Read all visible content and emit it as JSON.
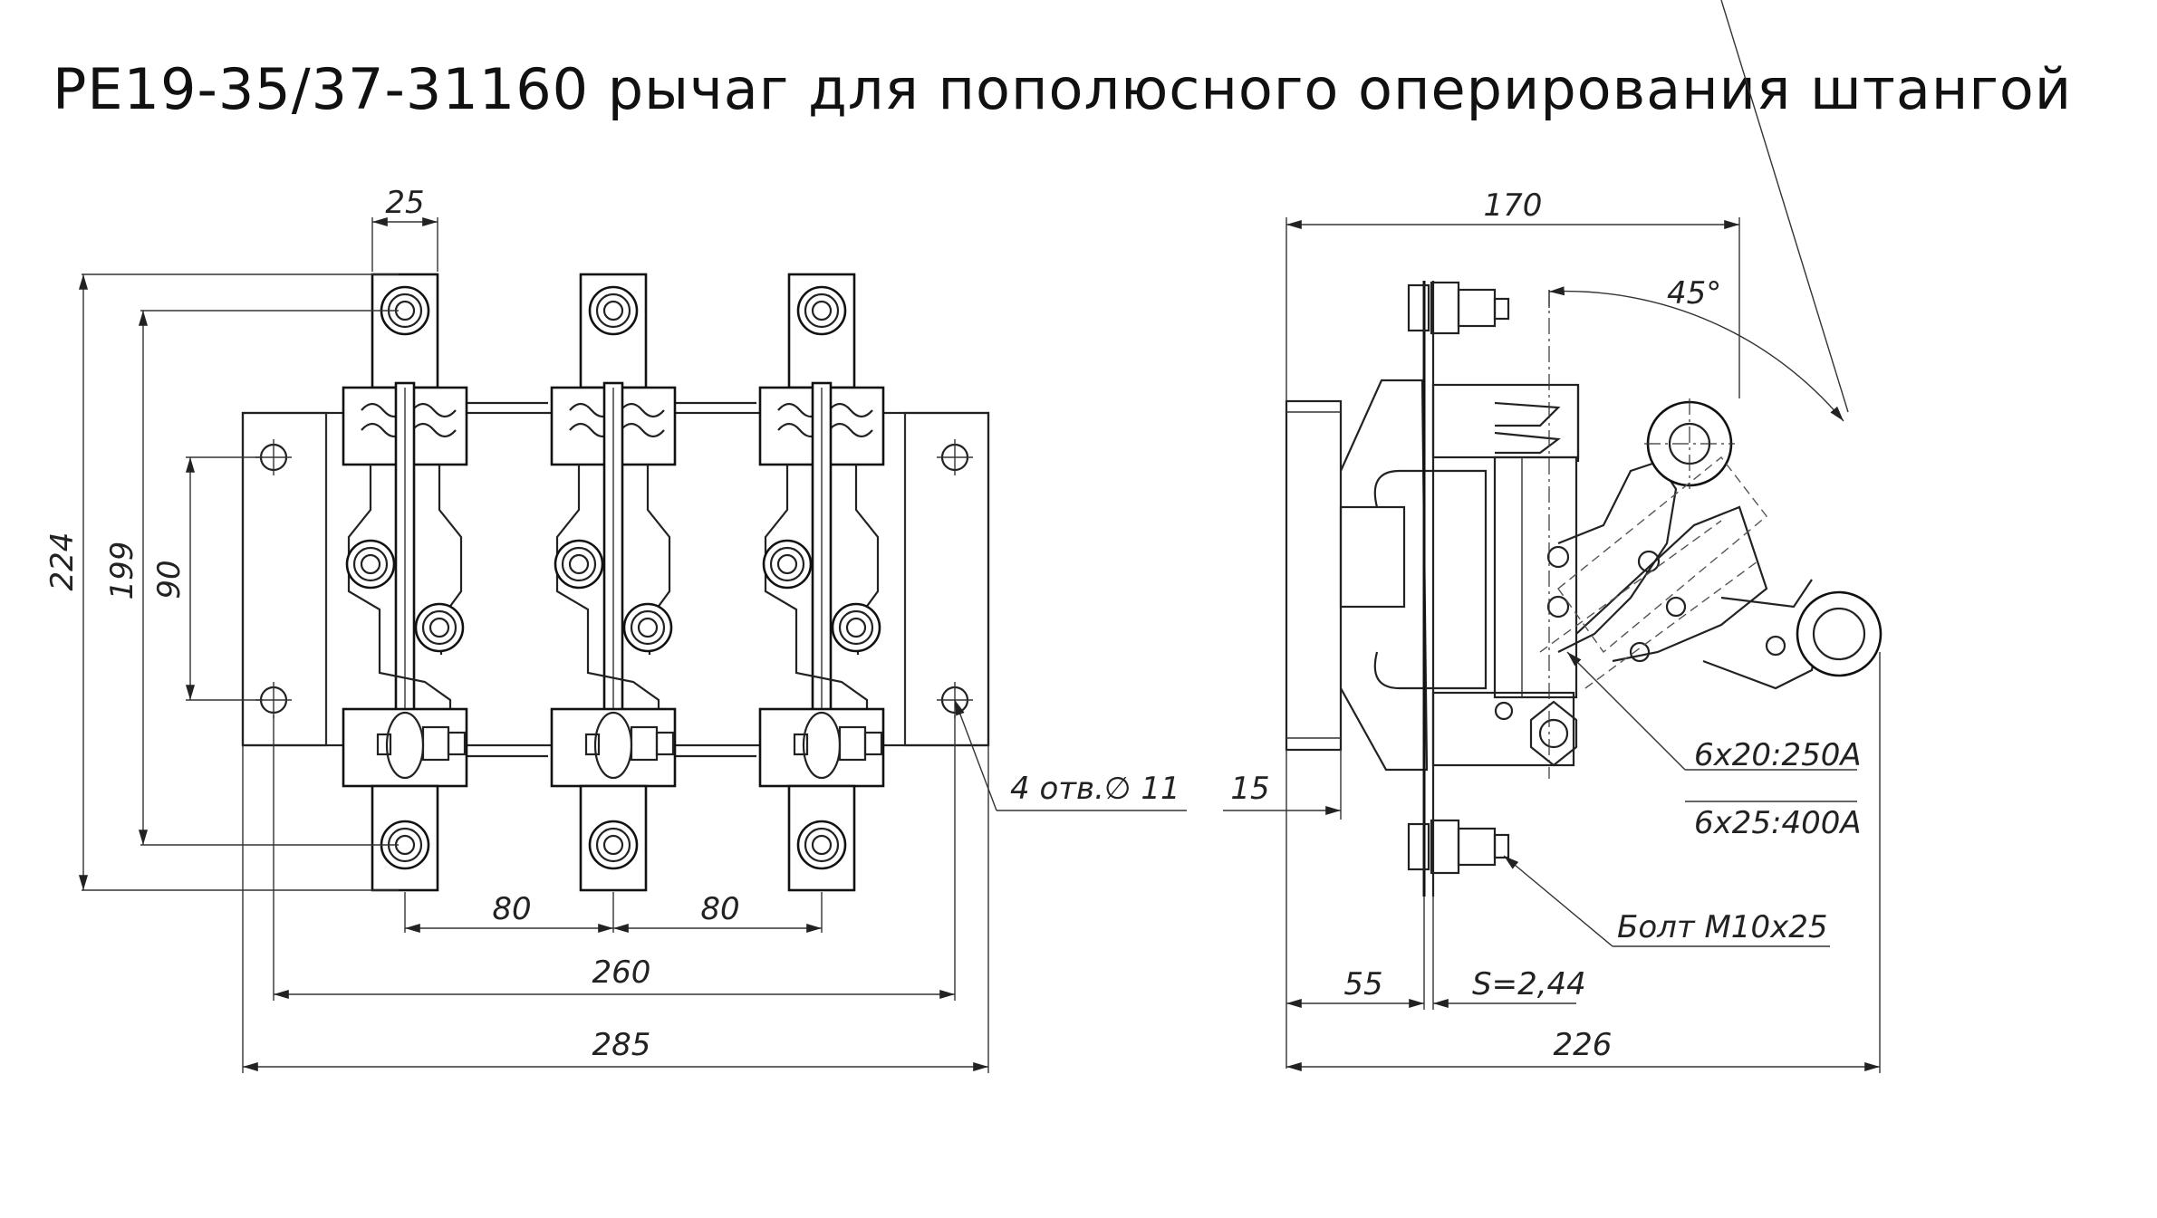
{
  "title": "РЕ19-35/37-31160 рычаг для пополюсного оперирования штангой",
  "front_view": {
    "dim_width_top": "25",
    "dim_total_height": "224",
    "dim_inner_height": "199",
    "dim_hole_spacing_v": "90",
    "dim_pole_spacing_1": "80",
    "dim_pole_spacing_2": "80",
    "dim_hole_spacing_h": "260",
    "dim_total_width": "285",
    "holes_note": "4 отв.∅ 11"
  },
  "side_view": {
    "dim_depth": "170",
    "angle": "45°",
    "dim_offset": "15",
    "busbar_note_1": "6х20:250А",
    "busbar_note_2": "6х25:400А",
    "bolt_note": "Болт М10х25",
    "dim_base": "55",
    "dim_thickness": "S=2,44",
    "dim_total": "226"
  }
}
